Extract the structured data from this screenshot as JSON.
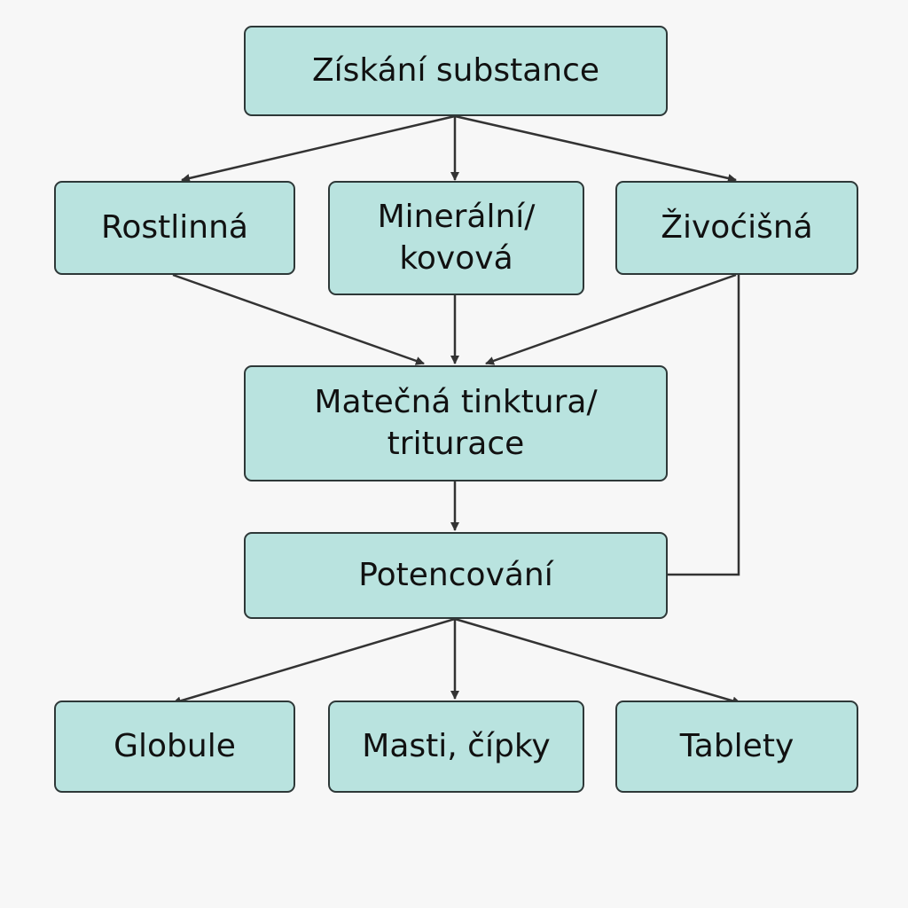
{
  "diagram": {
    "source": "Získání substance",
    "origins": [
      "Rostlinná",
      "Minerální/\nkovová",
      "Živoćišná"
    ],
    "mother": "Matečná tinktura/\ntriturace",
    "potency": "Potencování",
    "forms": [
      "Globule",
      "Masti, čípky",
      "Tablety"
    ]
  },
  "colors": {
    "box_fill": "#b9e3df",
    "border": "#2e3838",
    "background": "#f7f7f7"
  }
}
